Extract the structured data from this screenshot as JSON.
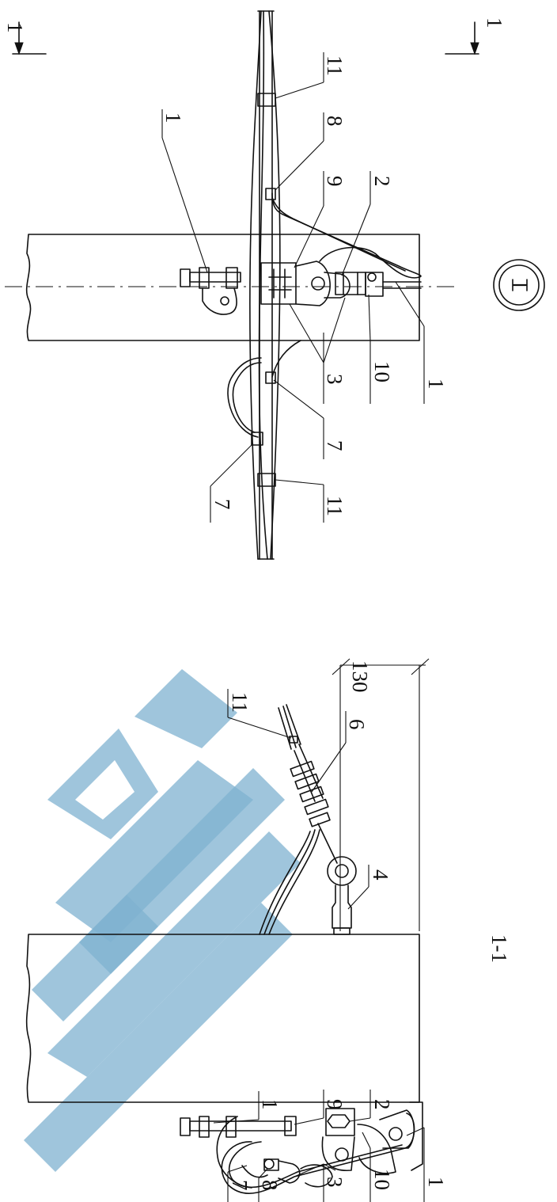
{
  "view_1": {
    "section_cut_left": "1",
    "section_cut_right": "1",
    "detail_marker": "I",
    "callouts": {
      "cable_tie_top": "11",
      "pipe_clamp_upper": "8",
      "bracket_9": "9",
      "nut_2": "2",
      "clamp_1_top": "1",
      "parts_3": "3",
      "part_10": "10",
      "clamp_1_bottom": "1",
      "pipe_clamp_lower": "7",
      "loop_clamp_7": "7",
      "cable_tie_bottom": "11"
    }
  },
  "view_2": {
    "section_title": "1-1",
    "dimension": "130",
    "callouts": {
      "tie_11": "11",
      "insulator_6": "6",
      "eye_bolt_4": "4",
      "clamp_1_top": "1",
      "bracket_9": "9",
      "nut_2": "2",
      "clamp_1_bottom": "1",
      "part_10": "10",
      "parts_3": "3",
      "pipe_clamp_8": "8",
      "loop_clamp_7": "7"
    }
  },
  "watermark": {
    "color": "#7fb1d0"
  }
}
